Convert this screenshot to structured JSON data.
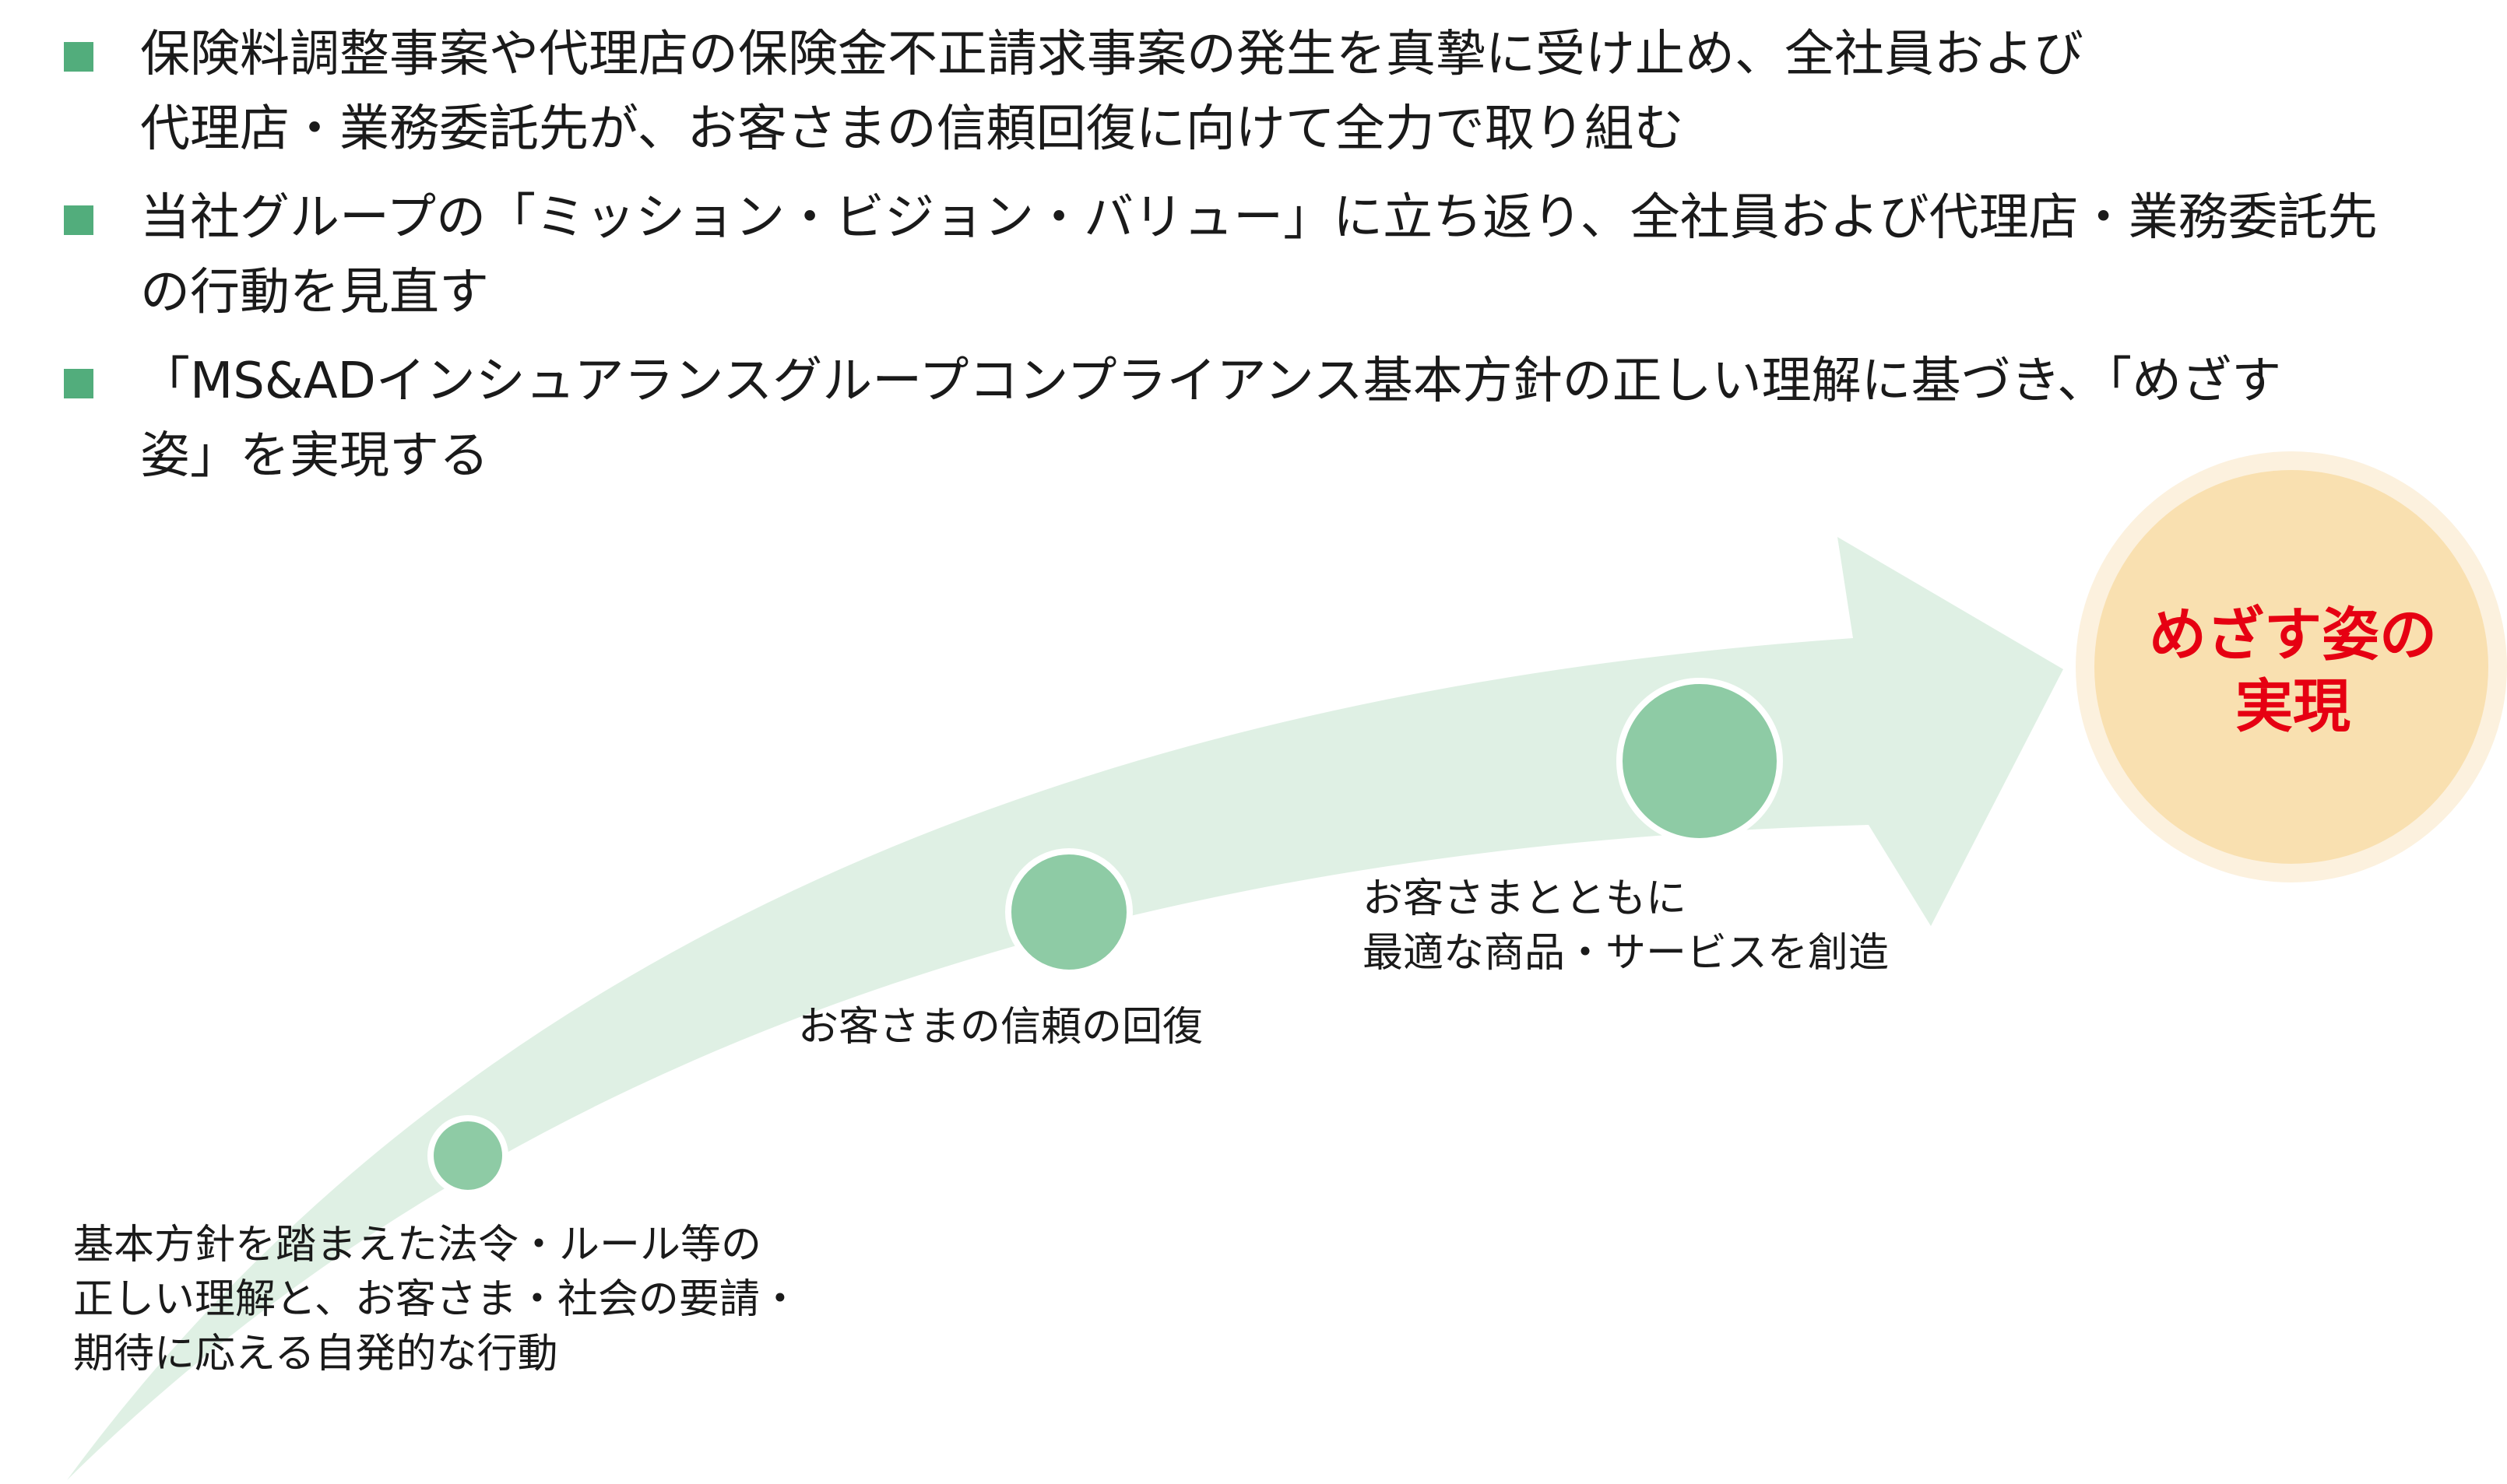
{
  "bullets": [
    {
      "lines": [
        "保険料調整事案や代理店の保険金不正請求事案の発生を真摯に受け止め、全社員および",
        "代理店・業務委託先が、お客さまの信頼回復に向けて全力で取り組む"
      ]
    },
    {
      "lines": [
        "当社グループの「ミッション・ビジョン・バリュー」に立ち返り、全社員および代理店・業務委託先",
        "の行動を見直す"
      ]
    },
    {
      "lines": [
        "「MS&ADインシュアランスグループコンプライアンス基本方針の正しい理解に基づき、「めざす",
        "姿」を実現する"
      ]
    }
  ],
  "steps": [
    {
      "lines": [
        "基本方針を踏まえた法令・ルール等の",
        "正しい理解と、お客さま・社会の要請・",
        "期待に応える自発的な行動"
      ]
    },
    {
      "lines": [
        "お客さまの信頼の回復"
      ]
    },
    {
      "lines": [
        "お客さまとともに",
        "最適な商品・サービスを創造"
      ]
    }
  ],
  "goal": {
    "lines": [
      "めざす姿の",
      "実現"
    ]
  },
  "colors": {
    "bullet_marker": "#52ad7c",
    "arrow_fill": "#dff0e4",
    "node_fill": "#8ecba5",
    "node_stroke": "#ffffff",
    "goal_fill": "#f9e0b0",
    "goal_halo": "#fcf1de",
    "goal_text": "#e60012"
  }
}
